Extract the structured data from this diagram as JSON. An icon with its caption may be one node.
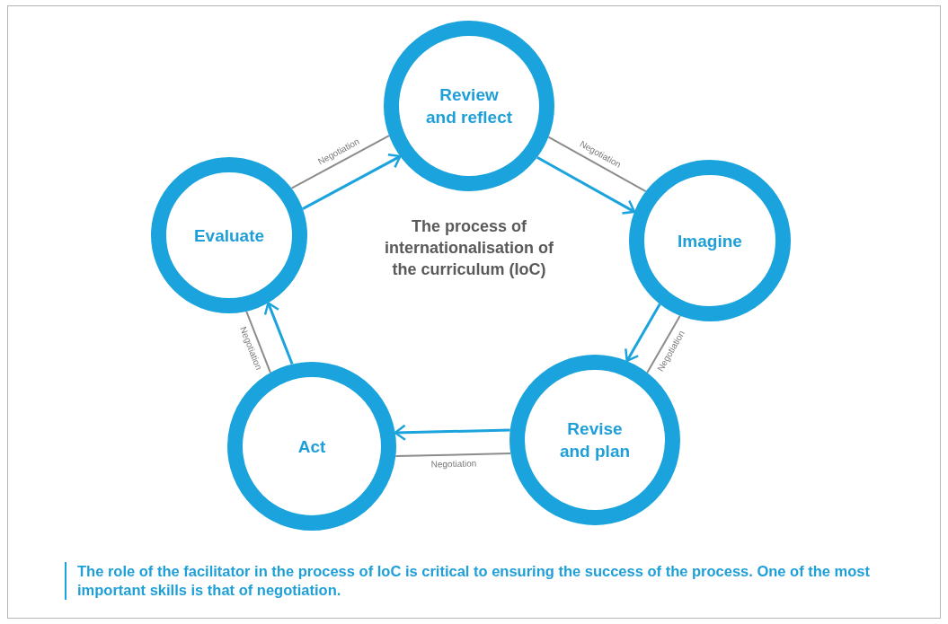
{
  "diagram": {
    "caption": "The role of the facilitator in the process of IoC is critical to ensuring the success of the process. One of the most important skills is that of negotiation.",
    "nodes": [
      {
        "text": [
          "Review and reflect"
        ]
      },
      {
        "text": [
          "Evaluate"
        ]
      },
      {
        "text": [
          "Imagine"
        ]
      },
      {
        "text": [
          "Act"
        ]
      },
      {
        "text": [
          "Revise and plan"
        ]
      }
    ],
    "edges": [
      {
        "from": 1,
        "to": 0,
        "arrow": "to"
      },
      {
        "from": 1,
        "to": 0,
        "arrow": "none",
        "label": "Negotiation",
        "color": "#8c8c8c"
      },
      {
        "from": 0,
        "to": 2,
        "arrow": "to"
      },
      {
        "from": 0,
        "to": 2,
        "arrow": "none",
        "label": "Negotiation",
        "color": "#8c8c8c"
      },
      {
        "from": 2,
        "to": 4,
        "arrow": "to"
      },
      {
        "from": 2,
        "to": 4,
        "arrow": "none",
        "label": "Negotiation",
        "color": "#8c8c8c"
      },
      {
        "from": 4,
        "to": 3,
        "arrow": "to"
      },
      {
        "from": 4,
        "to": 3,
        "arrow": "none",
        "label": "Negotiation",
        "color": "#8c8c8c"
      },
      {
        "from": 3,
        "to": 1,
        "arrow": "to"
      },
      {
        "from": 3,
        "to": 1,
        "arrow": "none",
        "label": "Negotiation",
        "color": "#8c8c8c"
      }
    ],
    "labels": [
      "The process of internationalisation of the curriculum (IoC)"
    ]
  }
}
